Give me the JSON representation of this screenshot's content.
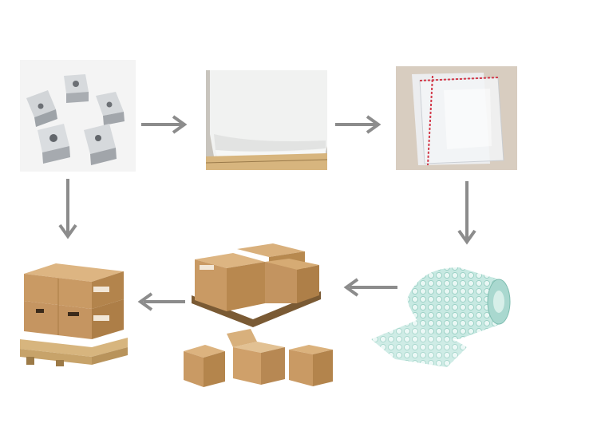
{
  "diagram": {
    "steps": [
      {
        "id": "metal-blocks",
        "icon": "aluminum-heater-blocks"
      },
      {
        "id": "foam-sheet",
        "icon": "white-foam-sheet"
      },
      {
        "id": "plastic-bag",
        "icon": "ziplock-plastic-bag"
      },
      {
        "id": "bubble-wrap",
        "icon": "bubble-wrap-roll"
      },
      {
        "id": "cartons",
        "icon": "cardboard-cartons"
      },
      {
        "id": "pallet",
        "icon": "palletized-cartons"
      }
    ],
    "flow": [
      "metal-blocks",
      "foam-sheet",
      "plastic-bag",
      "bubble-wrap",
      "cartons",
      "pallet"
    ],
    "extra_flow": [
      "metal-blocks",
      "pallet"
    ],
    "colors": {
      "arrow": "#8c8c8c",
      "aluminum": "#c9ccd0",
      "cardboard": "#c99a64",
      "foam": "#f1f2f1",
      "bag_seal": "#d23b4b",
      "bubble": "#a9d8cf",
      "pallet_wood": "#d7b57e"
    }
  }
}
